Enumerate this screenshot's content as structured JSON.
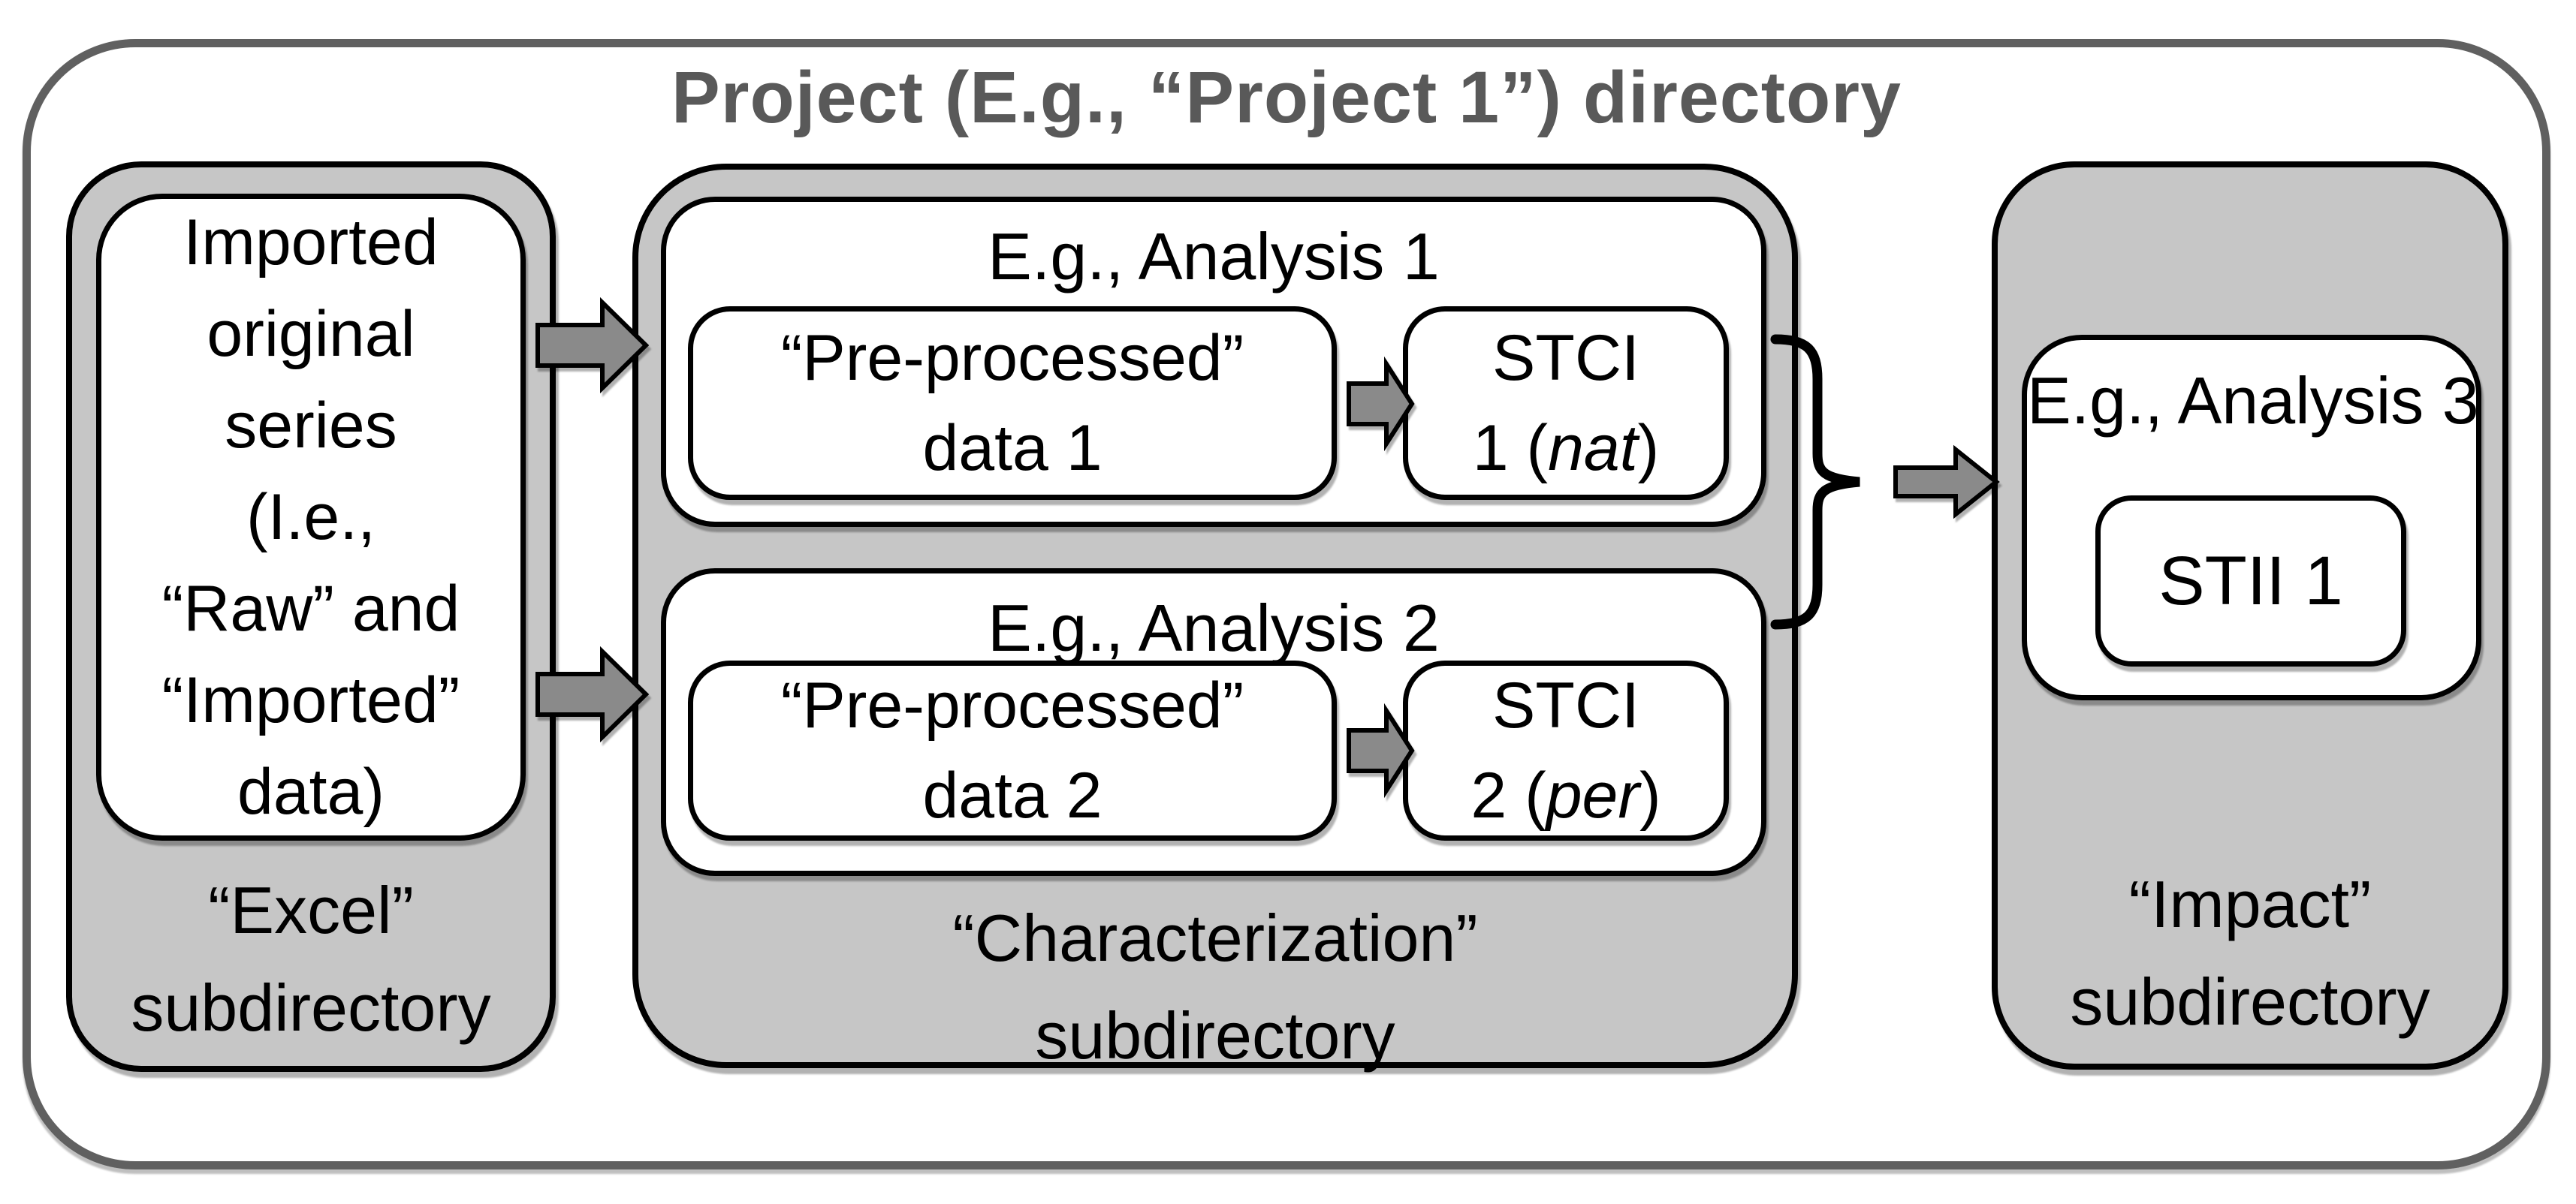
{
  "title": "Project (E.g., “Project 1”) directory",
  "excel_subdirectory": {
    "content_lines": [
      "Imported",
      "original",
      "series",
      "(I.e.,",
      "“Raw” and",
      "“Imported”",
      "data)"
    ],
    "label_line1": "“Excel”",
    "label_line2": "subdirectory"
  },
  "characterization_subdirectory": {
    "label_line1": "“Characterization”",
    "label_line2": "subdirectory",
    "analysis_1": {
      "title": "E.g., Analysis 1",
      "input_line1": "“Pre-processed”",
      "input_line2": "data 1",
      "output_line1": "STCI",
      "output_pre": "1 (",
      "output_italic": "nat",
      "output_post": ")"
    },
    "analysis_2": {
      "title": "E.g., Analysis 2",
      "input_line1": "“Pre-processed”",
      "input_line2": "data 2",
      "output_line1": "STCI",
      "output_pre": "2 (",
      "output_italic": "per",
      "output_post": ")"
    }
  },
  "impact_subdirectory": {
    "label_line1": "“Impact”",
    "label_line2": "subdirectory",
    "analysis_3": {
      "title": "E.g., Analysis 3",
      "node": "STII 1"
    }
  },
  "colors": {
    "outer_border": "#606060",
    "title_text": "#595959",
    "subdirectory_fill": "#c6c6c6",
    "box_border": "#000000",
    "arrow_fill": "#8a8a8a"
  }
}
